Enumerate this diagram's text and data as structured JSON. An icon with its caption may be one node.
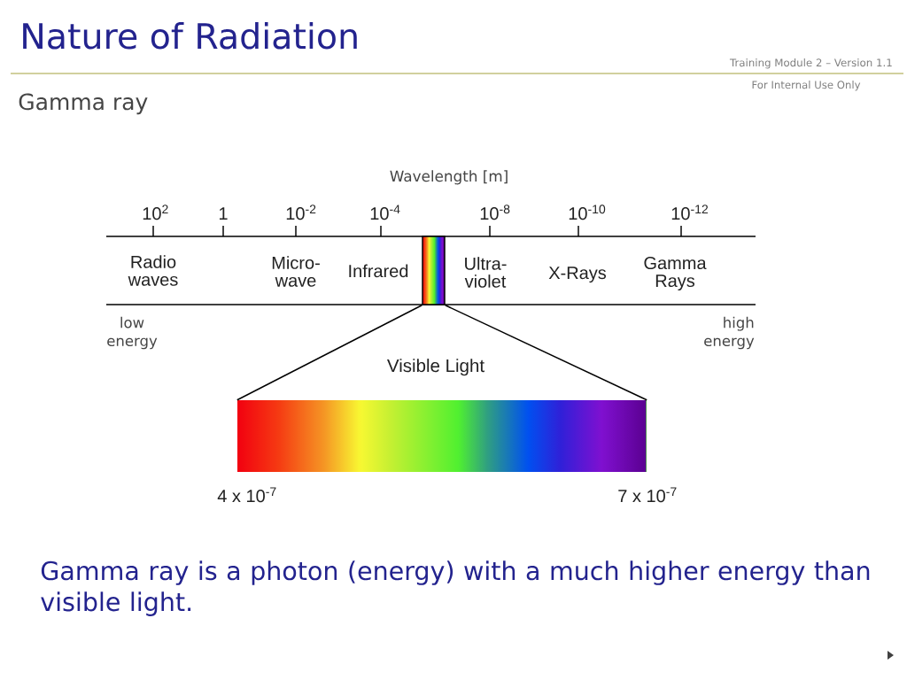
{
  "diagram": {
    "title": "Nature of Radiation",
    "caption": "Gamma ray is a photon (energy) with a much higher energy than visible light.",
    "nodes": [
      {
        "text": [],
        "shape": "bar"
      },
      {
        "text": [],
        "shape": "bar",
        "beside": [
          "Visible Light"
        ]
      }
    ],
    "edges": [
      {
        "from": 0,
        "to": 1,
        "arrow": "none"
      },
      {
        "from": 0,
        "to": 1,
        "arrow": "none"
      }
    ],
    "labels": [
      "Training Module 2 – Version 1.1",
      "For Internal Use Only",
      "Gamma ray",
      "Wavelength [m]",
      "10$^{2}$",
      "1",
      "10$^{-2}$",
      "10$^{-4}$",
      "10$^{-8}$",
      "10$^{-10}$",
      "10$^{-12}$",
      "Radio waves",
      "Micro- wave",
      "Infrared",
      "Ultra- violet",
      "X-Rays",
      "Gamma Rays",
      "low energy",
      "high energy",
      "4 x 10$^{-7}$",
      "7 x 10$^{-7}$"
    ]
  }
}
